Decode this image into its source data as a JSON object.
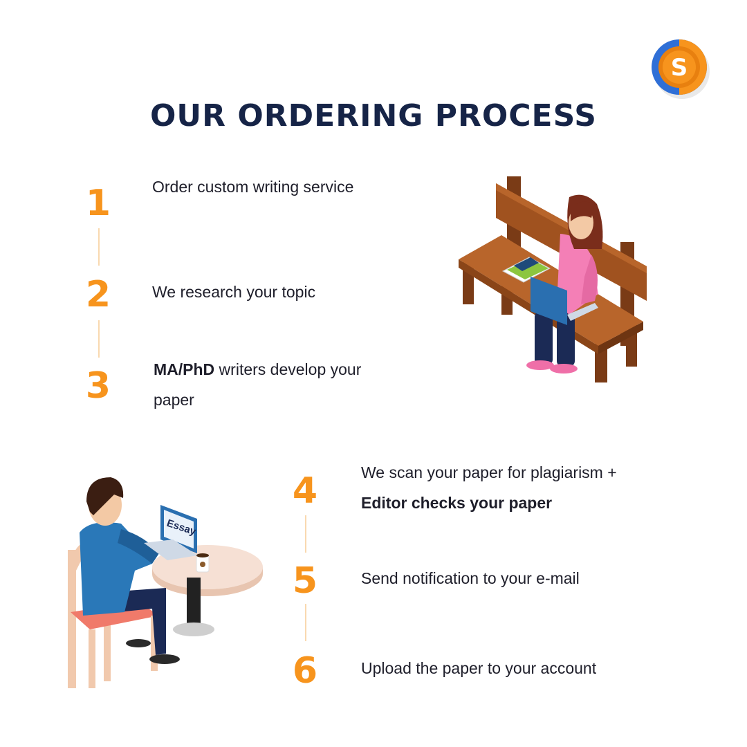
{
  "header": {
    "title": "OUR ORDERING PROCESS"
  },
  "logo": {
    "letter": "S",
    "colors": {
      "outer": "#2f6fd6",
      "inner": "#f7941d"
    }
  },
  "steps": [
    {
      "number": "1",
      "text": "Order custom writing service"
    },
    {
      "number": "2",
      "text": "We research your topic"
    },
    {
      "number": "3",
      "bold": "MA/PhD",
      "text": " writers develop your paper"
    },
    {
      "number": "4",
      "text": "We scan your paper for plagiarism +",
      "bold_line": "Editor checks your paper"
    },
    {
      "number": "5",
      "text": "Send notification to your e-mail"
    },
    {
      "number": "6",
      "text": "Upload the paper to your account"
    }
  ],
  "illustration": {
    "laptop_label": "Essay"
  },
  "colors": {
    "title": "#162447",
    "accent": "#f7941d",
    "connector": "#f9d9b0",
    "text": "#1e1e2a"
  }
}
